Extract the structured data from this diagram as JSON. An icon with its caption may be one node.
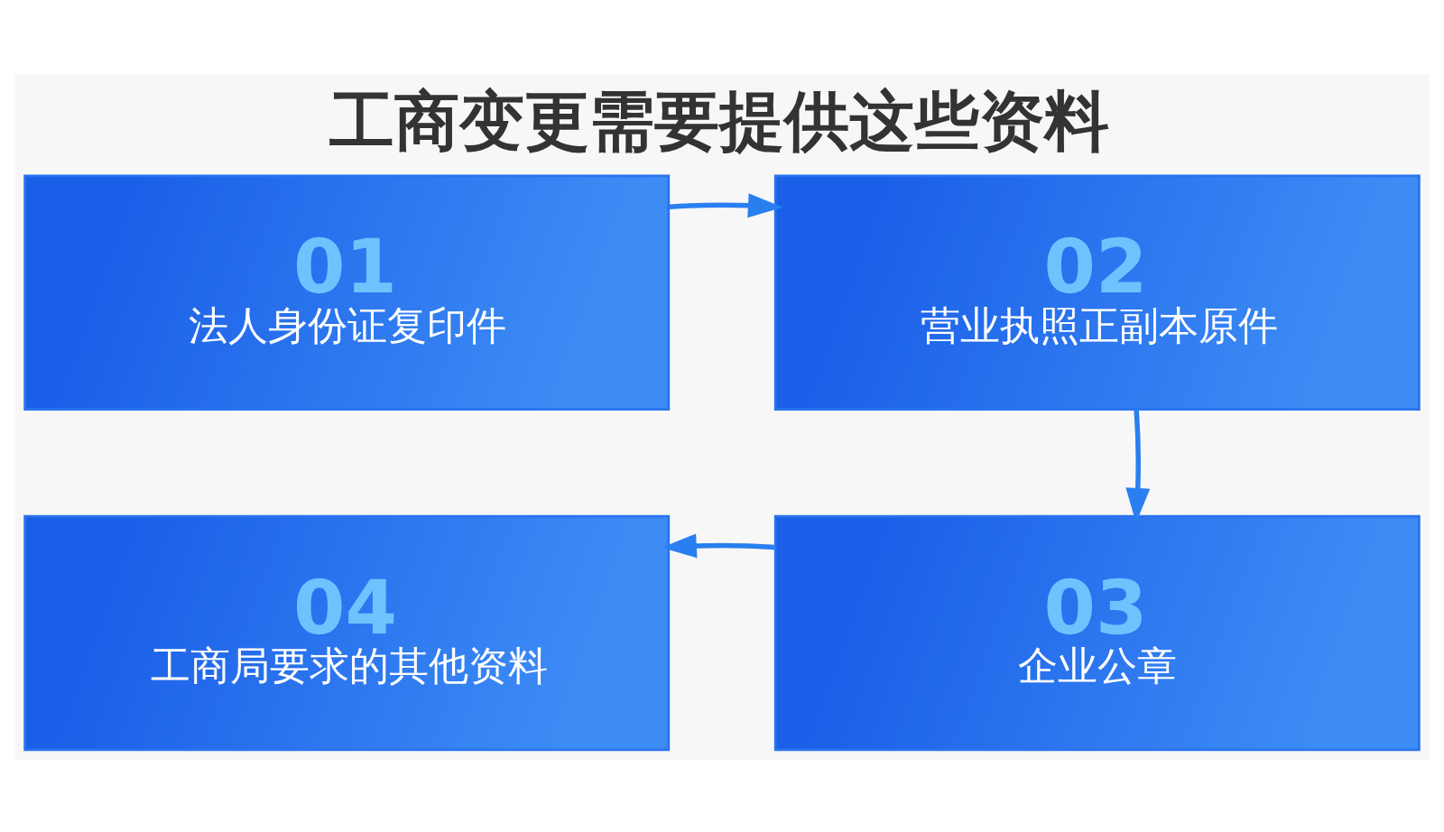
{
  "diagram": {
    "title": "工商变更需要提供这些资料",
    "nodes": [
      {
        "text": [
          "01",
          "法人身份证复印件"
        ]
      },
      {
        "text": [
          "02",
          "营业执照正副本原件"
        ]
      },
      {
        "text": [
          "03",
          "企业公章"
        ]
      },
      {
        "text": [
          "04",
          "工商局要求的其他资料"
        ]
      }
    ],
    "edges": [
      {
        "from": 0,
        "to": 1,
        "arrow": "to"
      },
      {
        "from": 1,
        "to": 2,
        "arrow": "to"
      },
      {
        "from": 2,
        "to": 3,
        "arrow": "to"
      }
    ]
  }
}
